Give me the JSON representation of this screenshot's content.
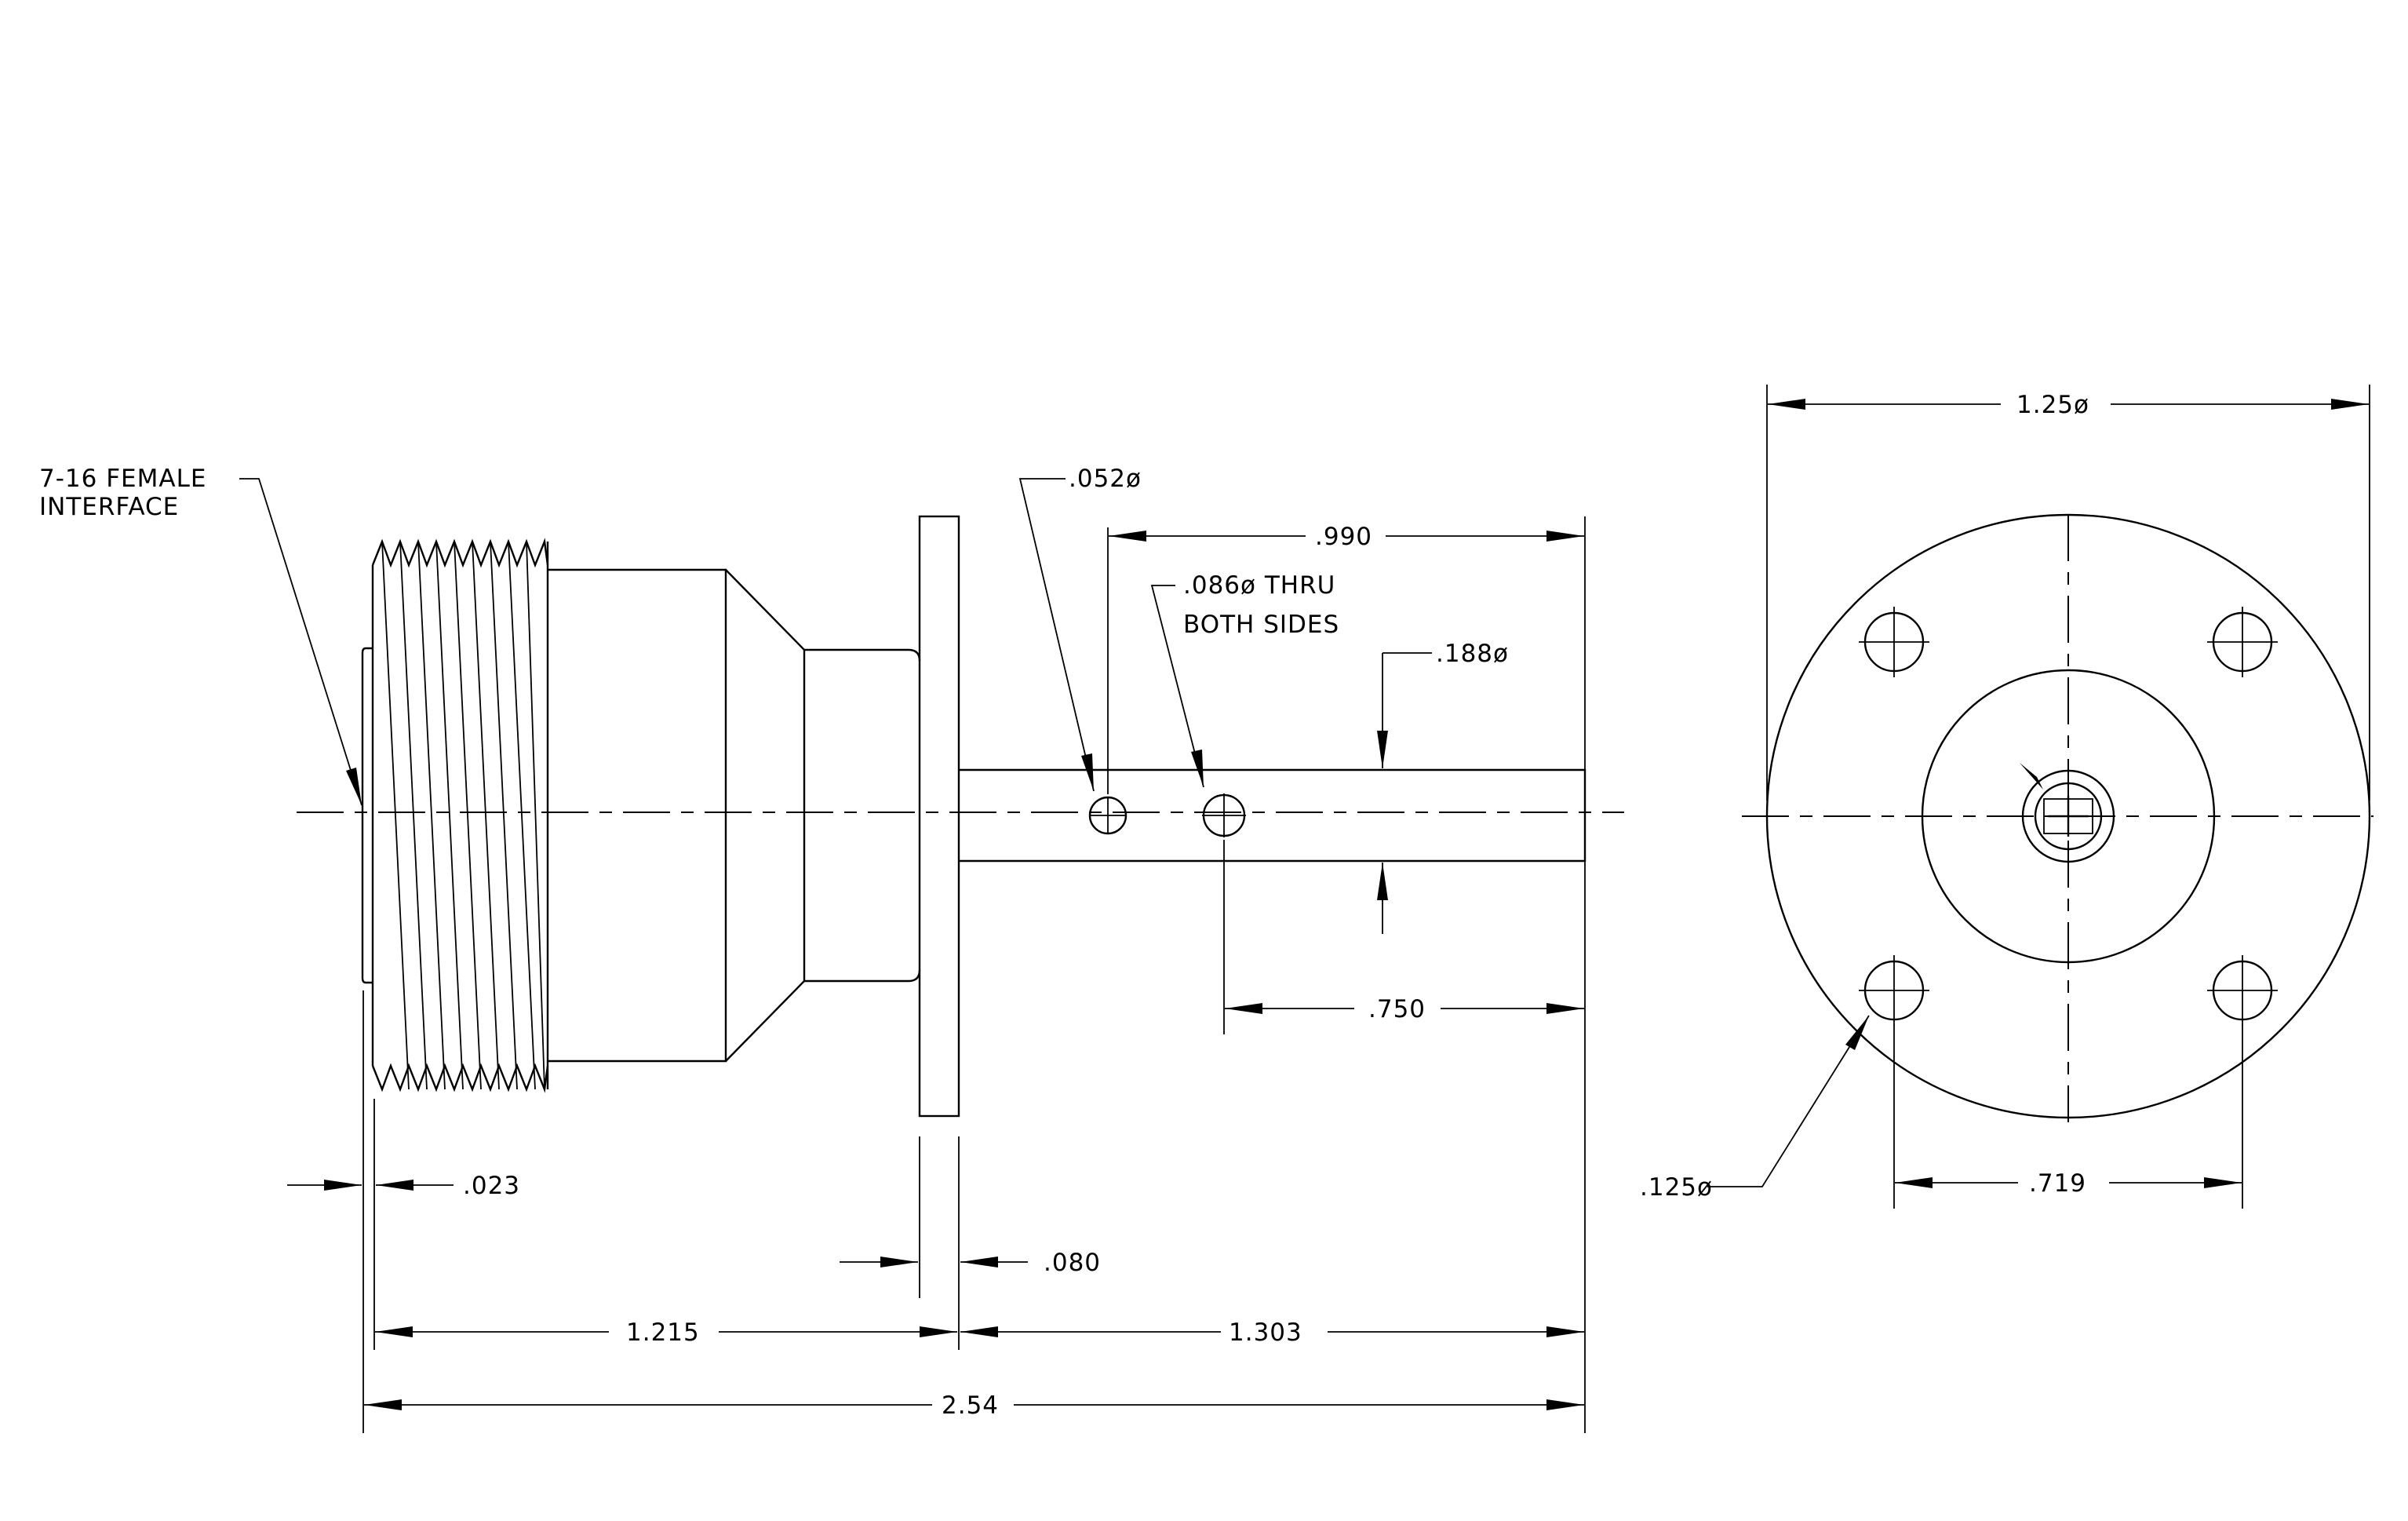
{
  "labels": {
    "interface_line1": "7-16 FEMALE",
    "interface_line2": "INTERFACE",
    "hole_052": ".052ø",
    "hole_086_line1": ".086ø THRU",
    "hole_086_line2": "BOTH SIDES",
    "pin_188": ".188ø",
    "bolt_hole_125": ".125ø"
  },
  "dims": {
    "d990": ".990",
    "d750": ".750",
    "d023": ".023",
    "d080": ".080",
    "d1215": "1.215",
    "d1303": "1.303",
    "d254": "2.54",
    "flange_dia": "1.25ø",
    "bolt_spacing": ".719"
  }
}
